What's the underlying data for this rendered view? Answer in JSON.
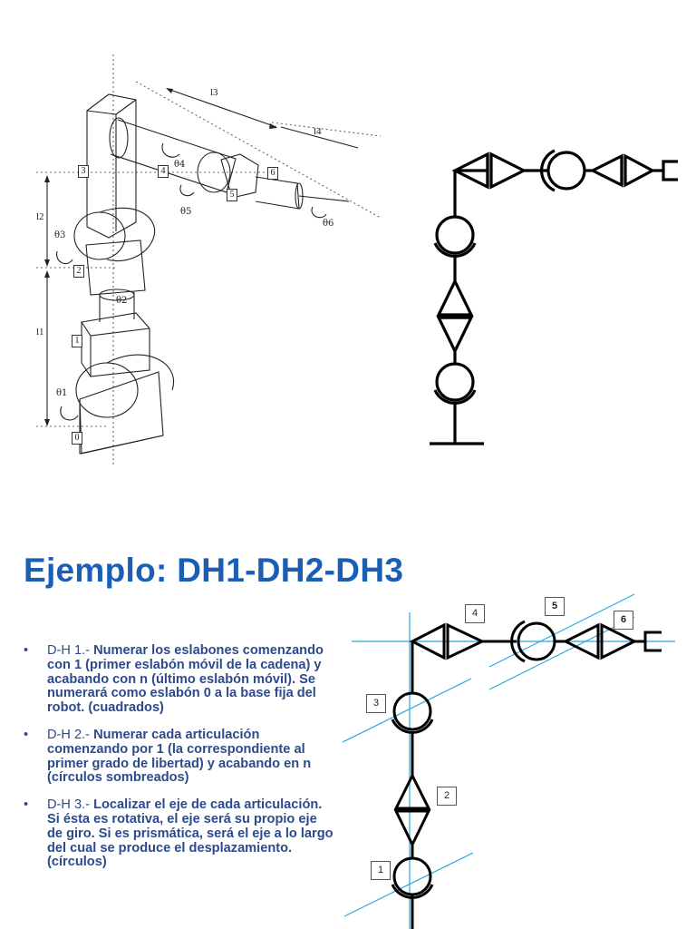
{
  "title": "Ejemplo: DH1-DH2-DH3",
  "robot_drawing": {
    "link_labels": [
      "0",
      "1",
      "2",
      "3",
      "4",
      "5",
      "6"
    ],
    "length_labels": {
      "l1": "l1",
      "l2": "l2",
      "l3": "l3",
      "l4": "l4"
    },
    "joint_labels": [
      "θ1",
      "θ2",
      "θ3",
      "θ4",
      "θ5",
      "θ6"
    ]
  },
  "diagram_numbers": [
    "1",
    "2",
    "3",
    "4",
    "5",
    "6"
  ],
  "bullets": [
    {
      "lead": "D-H 1.-",
      "text": " Numerar los eslabones comenzando con 1 (primer eslabón móvil de la cadena) y acabando con n (último eslabón móvil). Se numerará como eslabón 0 a la base fija del robot. (cuadrados)"
    },
    {
      "lead": "D-H 2.-",
      "text": " Numerar cada articulación comenzando por 1 (la correspondiente al primer grado de libertad) y acabando en n (círculos sombreados)"
    },
    {
      "lead": "D-H 3.-",
      "text": " Localizar el eje de cada articulación. Si ésta es rotativa, el eje será su propio eje de giro. Si es prismática, será el eje a lo largo del cual se produce el desplazamiento. (círculos)"
    }
  ],
  "colors": {
    "title": "#1a5fb4",
    "bullet_text": "#2c4a8c",
    "axis_lines": "#29a8e0"
  }
}
